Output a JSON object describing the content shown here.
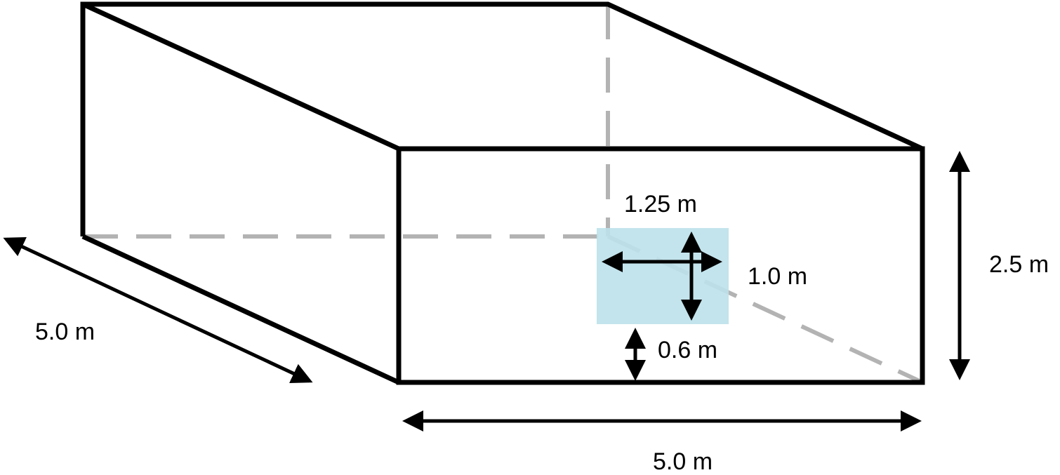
{
  "diagram": {
    "colors": {
      "edge": "#000000",
      "hidden_edge": "#b3b3b3",
      "window": "#bce1ea"
    },
    "labels": {
      "window_width": "1.25 m",
      "window_height": "1.0 m",
      "sill_height": "0.6 m",
      "room_height": "2.5 m",
      "room_depth": "5.0 m",
      "room_width": "5.0 m"
    }
  }
}
